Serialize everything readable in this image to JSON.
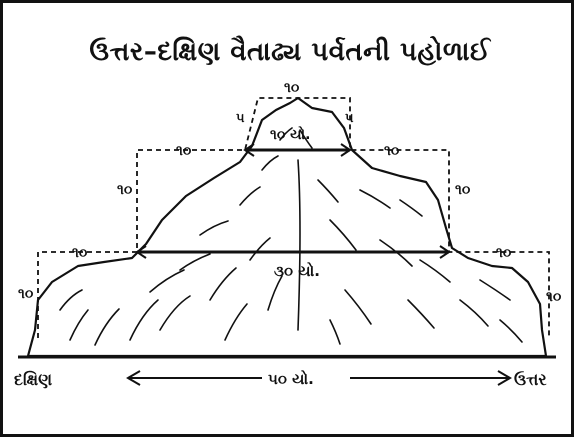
{
  "title": "ઉત્તર–દક્ષિણ વૈતાઢ્ય પર્વતની પહોળાઈ",
  "labels": {
    "top_width": "૧૦",
    "top_left_height": "૫",
    "top_right_height": "૫",
    "summit_width": "૧૦ યો.",
    "mid_left_step": "૧૦",
    "mid_right_step": "૧૦",
    "mid_left_height": "૧૦",
    "mid_right_height": "૧૦",
    "base_left_step": "૧૦",
    "base_right_step": "૧૦",
    "base_width": "૩૦ યો.",
    "base_left_height": "૧૦",
    "base_right_height": "૧૦",
    "total_width": "૫૦ યો.",
    "south": "દક્ષિણ",
    "north": "ઉત્તર"
  },
  "colors": {
    "ink": "#111111",
    "background": "#ffffff"
  }
}
